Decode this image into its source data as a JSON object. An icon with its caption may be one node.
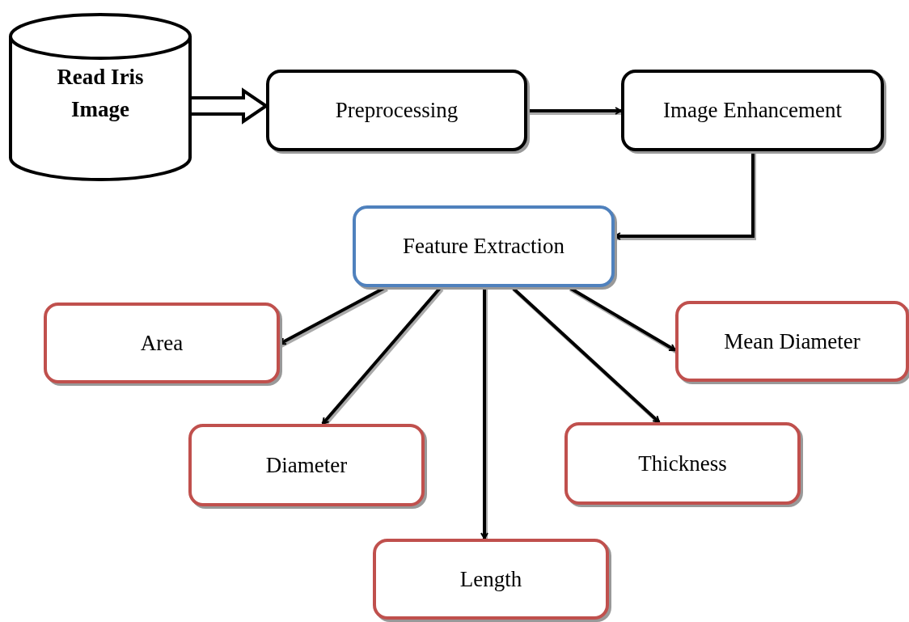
{
  "diagram": {
    "nodes": [
      {
        "text": [
          "Read Iris Image"
        ]
      },
      {
        "text": [
          "Preprocessing"
        ]
      },
      {
        "text": [
          "Image Enhancement"
        ]
      },
      {
        "text": [
          "Feature Extraction"
        ]
      },
      {
        "text": [
          "Area"
        ]
      },
      {
        "text": [
          "Mean Diameter"
        ]
      },
      {
        "text": [
          "Diameter"
        ]
      },
      {
        "text": [
          "Thickness"
        ]
      },
      {
        "text": [
          "Length"
        ]
      }
    ],
    "edges": [
      {
        "from": 0,
        "to": 1,
        "arrow": "to",
        "style": "thick"
      },
      {
        "from": 1,
        "to": 2,
        "arrow": "to"
      },
      {
        "from": 2,
        "to": 3,
        "arrow": "to"
      },
      {
        "from": 3,
        "to": 4,
        "arrow": "to"
      },
      {
        "from": 3,
        "to": 6,
        "arrow": "to"
      },
      {
        "from": 3,
        "to": 8,
        "arrow": "to"
      },
      {
        "from": 3,
        "to": 7,
        "arrow": "to"
      },
      {
        "from": 3,
        "to": 5,
        "arrow": "to"
      }
    ]
  }
}
